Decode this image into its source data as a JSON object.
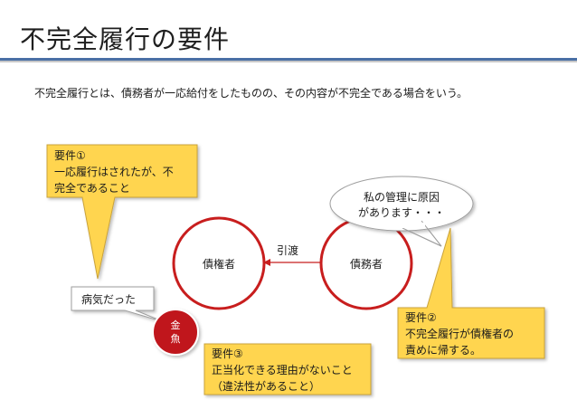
{
  "slide": {
    "title": "不完全履行の要件",
    "intro": "不完全履行とは、債務者が一応給付をしたものの、その内容が不完全である場合をいう。"
  },
  "parties": {
    "creditor": "債権者",
    "debtor": "債務者",
    "transfer_label": "引渡"
  },
  "debtor_speech": [
    "私の管理に原因",
    "があります・・・"
  ],
  "sick_label": "病気だった",
  "goldfish": [
    "金",
    "魚"
  ],
  "requirements": [
    {
      "title": "要件①",
      "lines": [
        "一応履行はされたが、不",
        "完全であること"
      ]
    },
    {
      "title": "要件②",
      "lines": [
        "不完全履行が債権者の",
        "責めに帰する。"
      ]
    },
    {
      "title": "要件③",
      "lines": [
        "正当化できる理由がないこと",
        "（違法性があること）"
      ]
    }
  ],
  "colors": {
    "accent_blue": "#4a6fa5",
    "callout_fill": "#ffd54f",
    "callout_border": "#c9a23a",
    "circle_red": "#c81e1e",
    "goldfish_fill": "#c0171f"
  }
}
